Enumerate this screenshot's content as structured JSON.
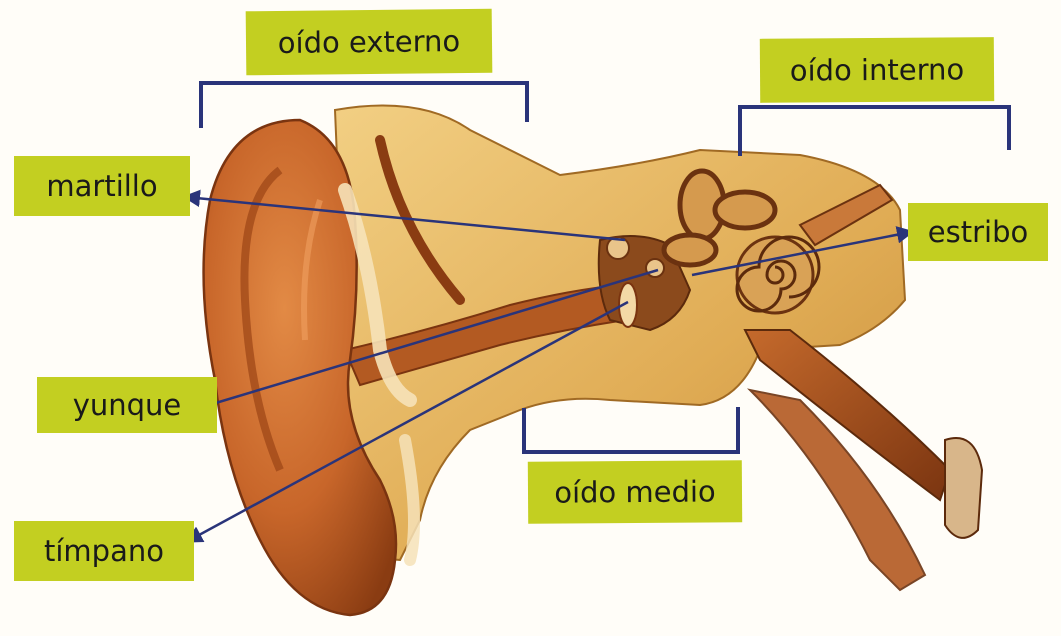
{
  "labels": {
    "oido_externo": "oído externo",
    "oido_interno": "oído interno",
    "oido_medio": "oído medio",
    "martillo": "martillo",
    "yunque": "yunque",
    "timpano": "tímpano",
    "estribo": "estribo"
  },
  "colors": {
    "label_bg": "#c3cf21",
    "bracket": "#2a347a",
    "arrow": "#2a347a",
    "skin": "#c8662a",
    "tissue": "#e0ac55"
  }
}
